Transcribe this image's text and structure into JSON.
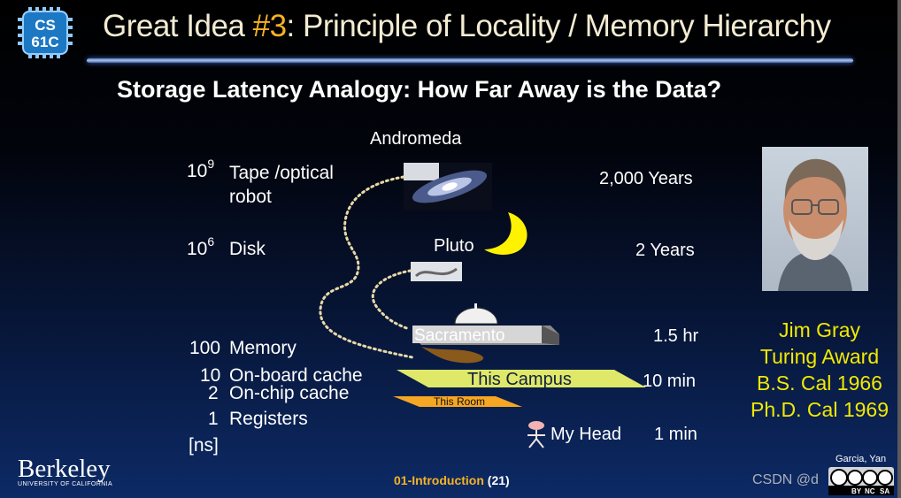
{
  "logo": {
    "line1": "CS",
    "line2": "61C"
  },
  "title": {
    "before": "Great Idea ",
    "highlight": "#3",
    "after": ": Principle of Locality / Memory Hierarchy"
  },
  "subtitle": "Storage Latency Analogy: How Far Away is the Data?",
  "levels": [
    {
      "mantissa": "10",
      "exp": "9",
      "label_line1": "Tape /optical",
      "label_line2": "robot",
      "time": "2,000 Years"
    },
    {
      "mantissa": "10",
      "exp": "6",
      "label_line1": "Disk",
      "time": "2 Years"
    },
    {
      "mantissa": "100",
      "label_line1": "Memory",
      "time": "1.5 hr"
    },
    {
      "mantissa": "10",
      "label_line1": "On-board cache",
      "time": "10 min"
    },
    {
      "mantissa": "2",
      "label_line1": "On-chip cache"
    },
    {
      "mantissa": "1",
      "label_line1": "Registers",
      "time": "1 min"
    }
  ],
  "unit": "[ns]",
  "places": {
    "andromeda": "Andromeda",
    "pluto": "Pluto",
    "sacramento": "Sacramento",
    "campus": "This Campus",
    "room": "This Room",
    "head": "My Head"
  },
  "person": {
    "lines": [
      "Jim Gray",
      "Turing Award",
      "B.S. Cal 1966",
      "Ph.D. Cal 1969"
    ]
  },
  "footer": {
    "deck": "01-Introduction",
    "page": "(21)"
  },
  "credit": "Garcia, Yan",
  "university": {
    "name": "Berkeley",
    "sub": "UNIVERSITY OF CALIFORNIA"
  },
  "watermark": "CSDN @d",
  "license": [
    "BY",
    "NC",
    "SA"
  ],
  "colors": {
    "title": "#f3ecd2",
    "highlight": "#f5b323",
    "name": "#f2e900",
    "campus": "#dfe868",
    "room": "#f5a623"
  }
}
